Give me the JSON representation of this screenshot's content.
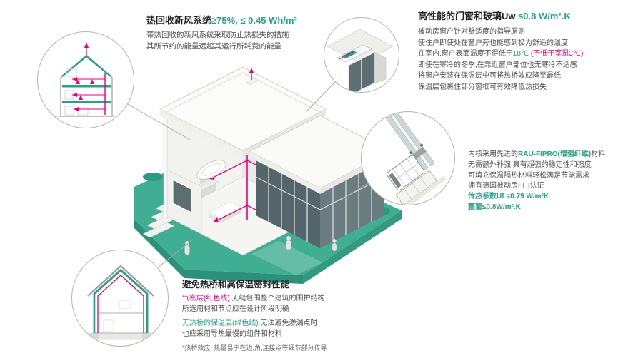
{
  "colors": {
    "teal": "#2aa187",
    "magenta": "#e5007d",
    "terrain_green": "#3fae92",
    "glass_gray": "#54656b"
  },
  "sections": {
    "hrv": {
      "title": "热回收新风系统",
      "title_value": "≥75%, ≤ 0.45 Wh/m³",
      "line1": "带热回收的新风系统采取防止热损失的措施",
      "line2": "其所节约的能量远超其运行所耗费的能量"
    },
    "windows": {
      "title": "高性能的门窗和玻璃Uw",
      "title_value": " ≤0.8 W/m².K",
      "line1": "被动房窗户针对舒适度的指导原则",
      "line2": "使住户即使处在窗户旁也能感到极为舒适的温度",
      "line3a": "在室内,窗户表面温度不得低于",
      "line3b": "18℃",
      "line3c": " (不低于室温3℃)",
      "line4": "即使在寒冷的冬季,在靠近窗户部位也无寒冷不适感",
      "line5": "将窗户安装在保温层中可将热桥效应降至最低",
      "line6": "保温层包裹住部分窗框可有效降低热损失"
    },
    "profile": {
      "line1a": "内核采用先进的",
      "line1b": "RAU-FIPRO(增强纤维)",
      "line1c": "材料",
      "line2": "无需额外补强,具有超强的稳定性和强度",
      "line3": "可填充保温隔热材料轻松满足节能需求",
      "line4": "拥有德国被动房PHI认证",
      "line5": "传热系数Uf =0.79 W/m²K",
      "line6": "整窗≤0.8W/m².K"
    },
    "thermal": {
      "title": "避免热桥和高保温密封性能",
      "line1a": "气密层(红色线)",
      "line1b": " 无缝包围整个建筑的围护结构",
      "line2": "所选用材和节点应在设计阶段明确",
      "line3a": "无热桥的保温层(绿色线)",
      "line3b": " 无法避免渗漏点时",
      "line4": "也应采用导热最慢的组件和材料",
      "footnote": "*热桥效应: 热量易于在边,角,连接点等细节部分传导"
    }
  }
}
